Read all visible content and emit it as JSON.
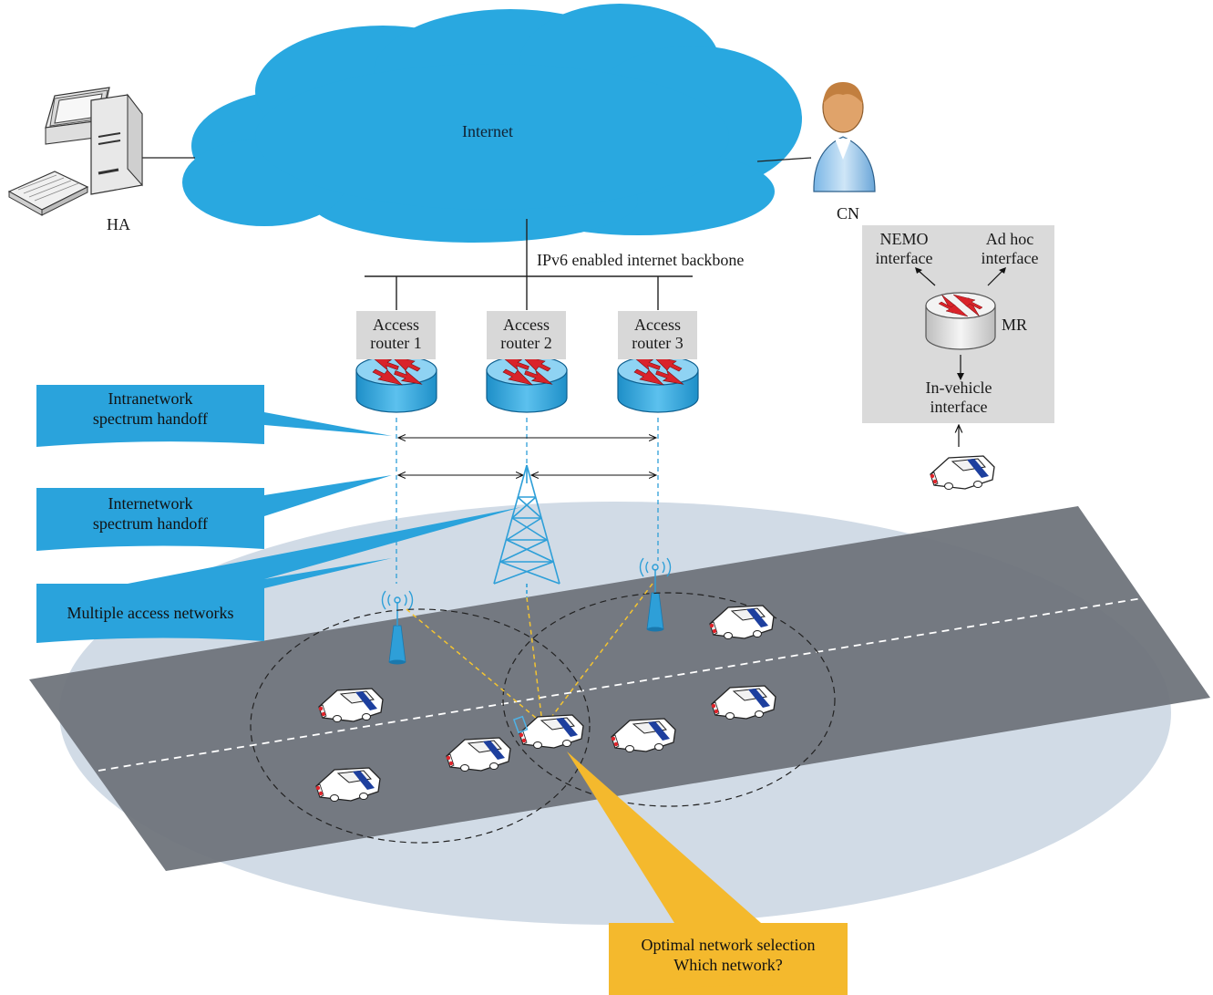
{
  "internet": {
    "label": "Internet"
  },
  "ha": {
    "label": "HA"
  },
  "cn": {
    "label": "CN"
  },
  "backbone": {
    "label": "IPv6 enabled internet backbone"
  },
  "routers": [
    {
      "line1": "Access",
      "line2": "router 1"
    },
    {
      "line1": "Access",
      "line2": "router 2"
    },
    {
      "line1": "Access",
      "line2": "router 3"
    }
  ],
  "callouts": {
    "intranetwork": {
      "line1": "Intranetwork",
      "line2": "spectrum handoff"
    },
    "internetwork": {
      "line1": "Internetwork",
      "line2": "spectrum handoff"
    },
    "multiple": {
      "line1": "Multiple access networks"
    },
    "optimal": {
      "line1": "Optimal network selection",
      "line2": "Which network?"
    }
  },
  "mr_panel": {
    "nemo_line1": "NEMO",
    "nemo_line2": "interface",
    "adhoc_line1": "Ad hoc",
    "adhoc_line2": "interface",
    "mr": "MR",
    "invehicle_line1": "In-vehicle",
    "invehicle_line2": "interface"
  },
  "colors": {
    "cloud": "#29a8e0",
    "callout_blue": "#2aa3dc",
    "callout_yellow": "#f4b92d",
    "road": "#6f747b",
    "ellipse": "#c9d5e2",
    "router_body": "#3aa9dd",
    "arrow_red": "#d9232a"
  }
}
